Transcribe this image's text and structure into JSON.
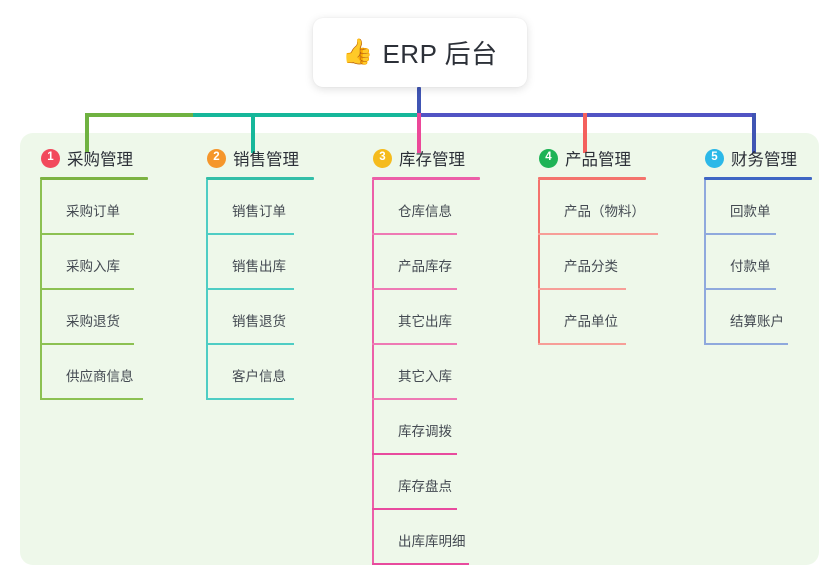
{
  "title": {
    "emoji": "👍",
    "icon_name": "thumbs-up-icon",
    "text": "ERP 后台"
  },
  "colors": {
    "panel_bg": "#eef8ea",
    "page_bg": "#ffffff",
    "stem": "#4055b4",
    "text": "#2c3038",
    "item_text": "#444a52"
  },
  "connectors": {
    "stem_color": "#4055b4",
    "segments": [
      {
        "name": "green-segment",
        "color": "#6fb241"
      },
      {
        "name": "teal-segment",
        "color": "#16b79a"
      },
      {
        "name": "blue-segment",
        "color": "#5154c4"
      }
    ],
    "drops": [
      {
        "name": "drop-1",
        "color": "#6fb241"
      },
      {
        "name": "drop-2",
        "color": "#16b79a"
      },
      {
        "name": "drop-3",
        "color": "#ec4899"
      },
      {
        "name": "drop-4",
        "color": "#f4605d"
      },
      {
        "name": "drop-5",
        "color": "#4055b4"
      }
    ]
  },
  "columns": [
    {
      "index": "1",
      "title": "采购管理",
      "badge_color": "#f2495c",
      "line_color": "#7cb342",
      "items": [
        {
          "label": "采购订单"
        },
        {
          "label": "采购入库"
        },
        {
          "label": "采购退货"
        },
        {
          "label": "供应商信息"
        }
      ]
    },
    {
      "index": "2",
      "title": "销售管理",
      "badge_color": "#f5962b",
      "line_color": "#33bfa8",
      "items": [
        {
          "label": "销售订单"
        },
        {
          "label": "销售出库"
        },
        {
          "label": "销售退货"
        },
        {
          "label": "客户信息"
        }
      ]
    },
    {
      "index": "3",
      "title": "库存管理",
      "badge_color": "#f5bb1d",
      "line_color": "#ec5fa8",
      "items": [
        {
          "label": "仓库信息"
        },
        {
          "label": "产品库存"
        },
        {
          "label": "其它出库"
        },
        {
          "label": "其它入库"
        },
        {
          "label": "库存调拨"
        },
        {
          "label": "库存盘点"
        },
        {
          "label": "出库库明细"
        }
      ]
    },
    {
      "index": "4",
      "title": "产品管理",
      "badge_color": "#1eb356",
      "line_color": "#f4736d",
      "items": [
        {
          "label": "产品（物料）"
        },
        {
          "label": "产品分类"
        },
        {
          "label": "产品单位"
        }
      ]
    },
    {
      "index": "5",
      "title": "财务管理",
      "badge_color": "#2bb8e8",
      "line_color": "#5b7fd4",
      "items": [
        {
          "label": "回款单"
        },
        {
          "label": "付款单"
        },
        {
          "label": "结算账户"
        }
      ]
    }
  ]
}
